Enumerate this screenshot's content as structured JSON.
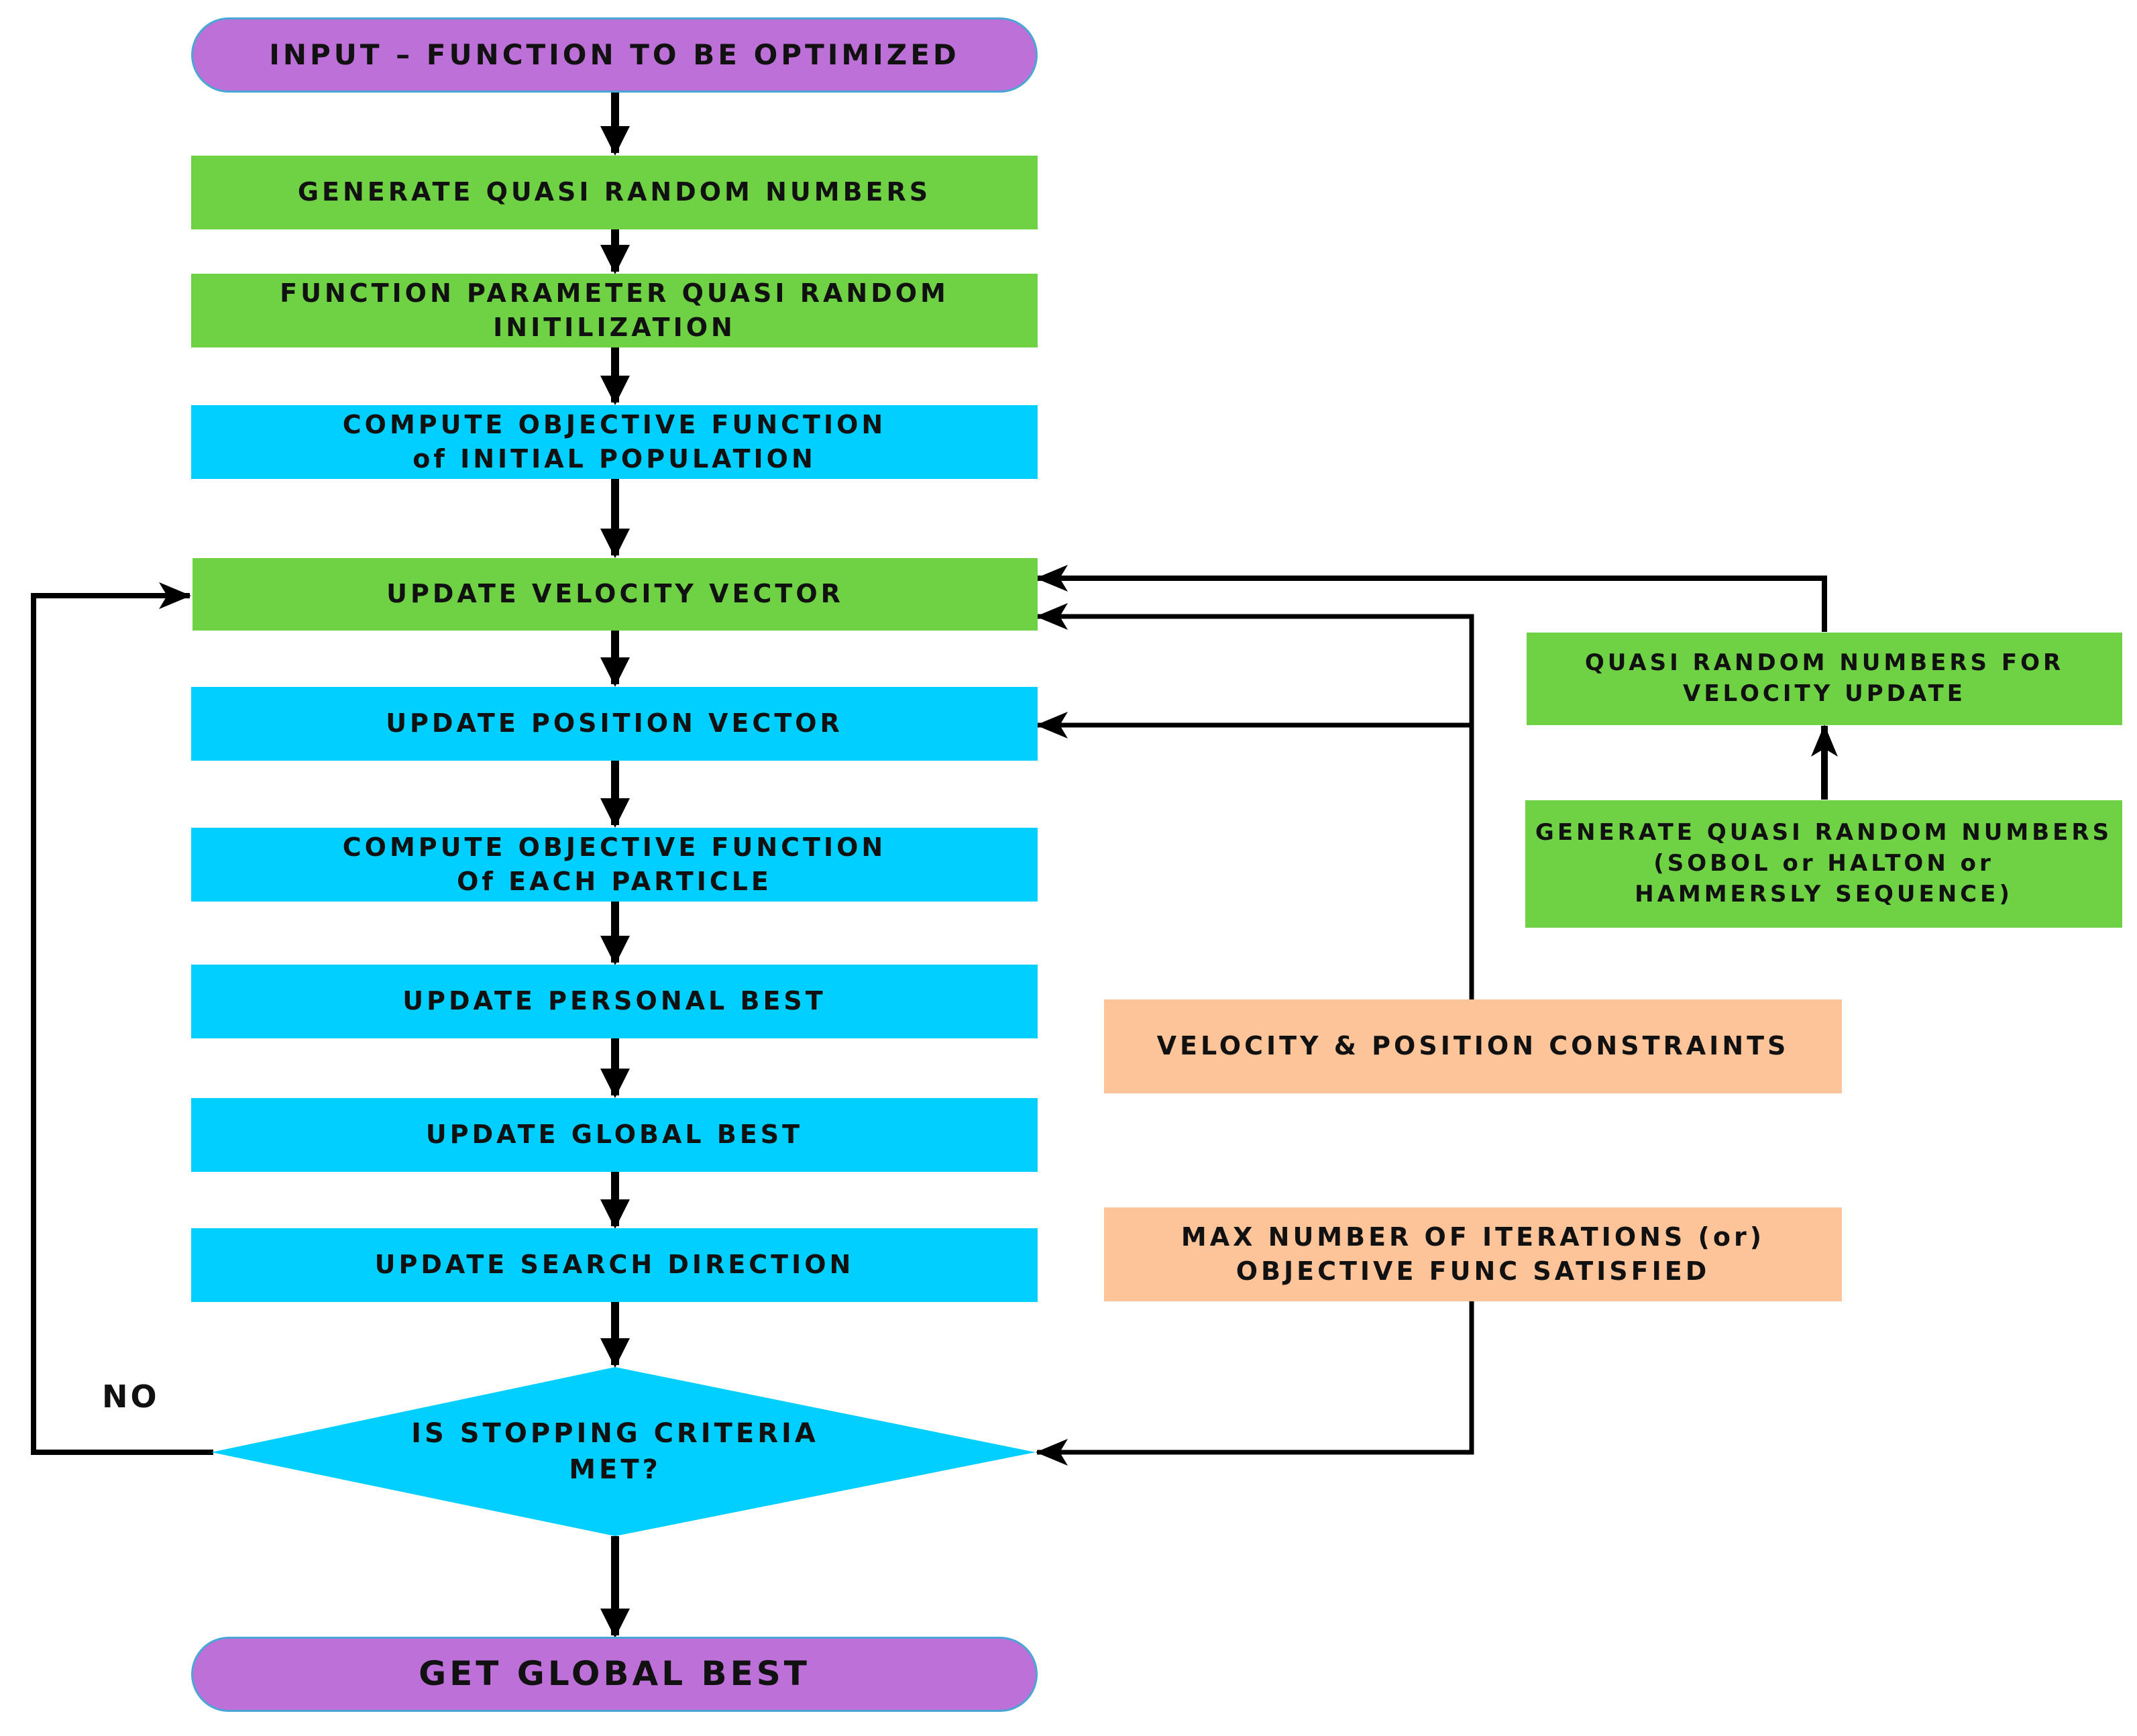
{
  "diagram": {
    "start": "INPUT – FUNCTION TO BE OPTIMIZED",
    "generate_qrn": "GENERATE QUASI RANDOM NUMBERS",
    "init": [
      "FUNCTION PARAMETER  QUASI RANDOM",
      "INITILIZATION"
    ],
    "compute_initial": [
      "COMPUTE OBJECTIVE FUNCTION",
      "of INITIAL POPULATION"
    ],
    "update_velocity": "UPDATE VELOCITY VECTOR",
    "update_position": "UPDATE POSITION VECTOR",
    "compute_each": [
      "COMPUTE OBJECTIVE FUNCTION",
      "Of EACH PARTICLE"
    ],
    "update_personal": "UPDATE PERSONAL BEST",
    "update_global": "UPDATE GLOBAL BEST",
    "update_search": "UPDATE SEARCH DIRECTION",
    "decision": [
      "IS STOPPING CRITERIA",
      "MET?"
    ],
    "no_label": "NO",
    "end": "GET GLOBAL BEST",
    "qrn_velocity": [
      "QUASI RANDOM NUMBERS FOR",
      "VELOCITY UPDATE"
    ],
    "generate_sequence": [
      "GENERATE QUASI RANDOM NUMBERS",
      "(SOBOL or HALTON or",
      "HAMMERSLY SEQUENCE)"
    ],
    "constraints": "VELOCITY & POSITION CONSTRAINTS",
    "max_iterations": [
      "MAX NUMBER OF ITERATIONS (or)",
      "OBJECTIVE FUNC SATISFIED"
    ]
  },
  "colors": {
    "green": "#6ed244",
    "cyan": "#00cfff",
    "purple": "#bd70d8",
    "peach": "#fdc49a",
    "arrow": "#000000"
  }
}
